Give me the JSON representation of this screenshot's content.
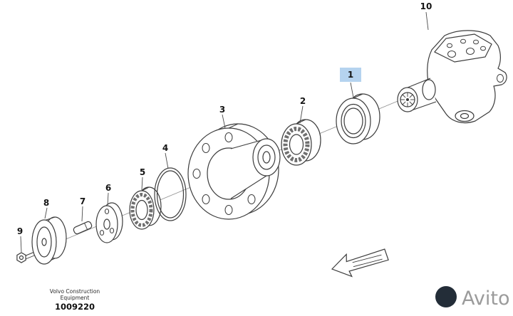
{
  "colors": {
    "highlight": "#b5d3ef",
    "watermark_dot": "#232d38",
    "watermark_text": "#9b9b9b"
  },
  "callouts": [
    {
      "label": "1"
    },
    {
      "label": "2"
    },
    {
      "label": "3"
    },
    {
      "label": "4"
    },
    {
      "label": "5"
    },
    {
      "label": "6"
    },
    {
      "label": "7"
    },
    {
      "label": "8"
    },
    {
      "label": "9"
    },
    {
      "label": "10"
    }
  ],
  "footer": {
    "line1": "Volvo Construction",
    "line2": "Equipment",
    "code": "1009220"
  },
  "watermark": {
    "text": "Avito"
  }
}
